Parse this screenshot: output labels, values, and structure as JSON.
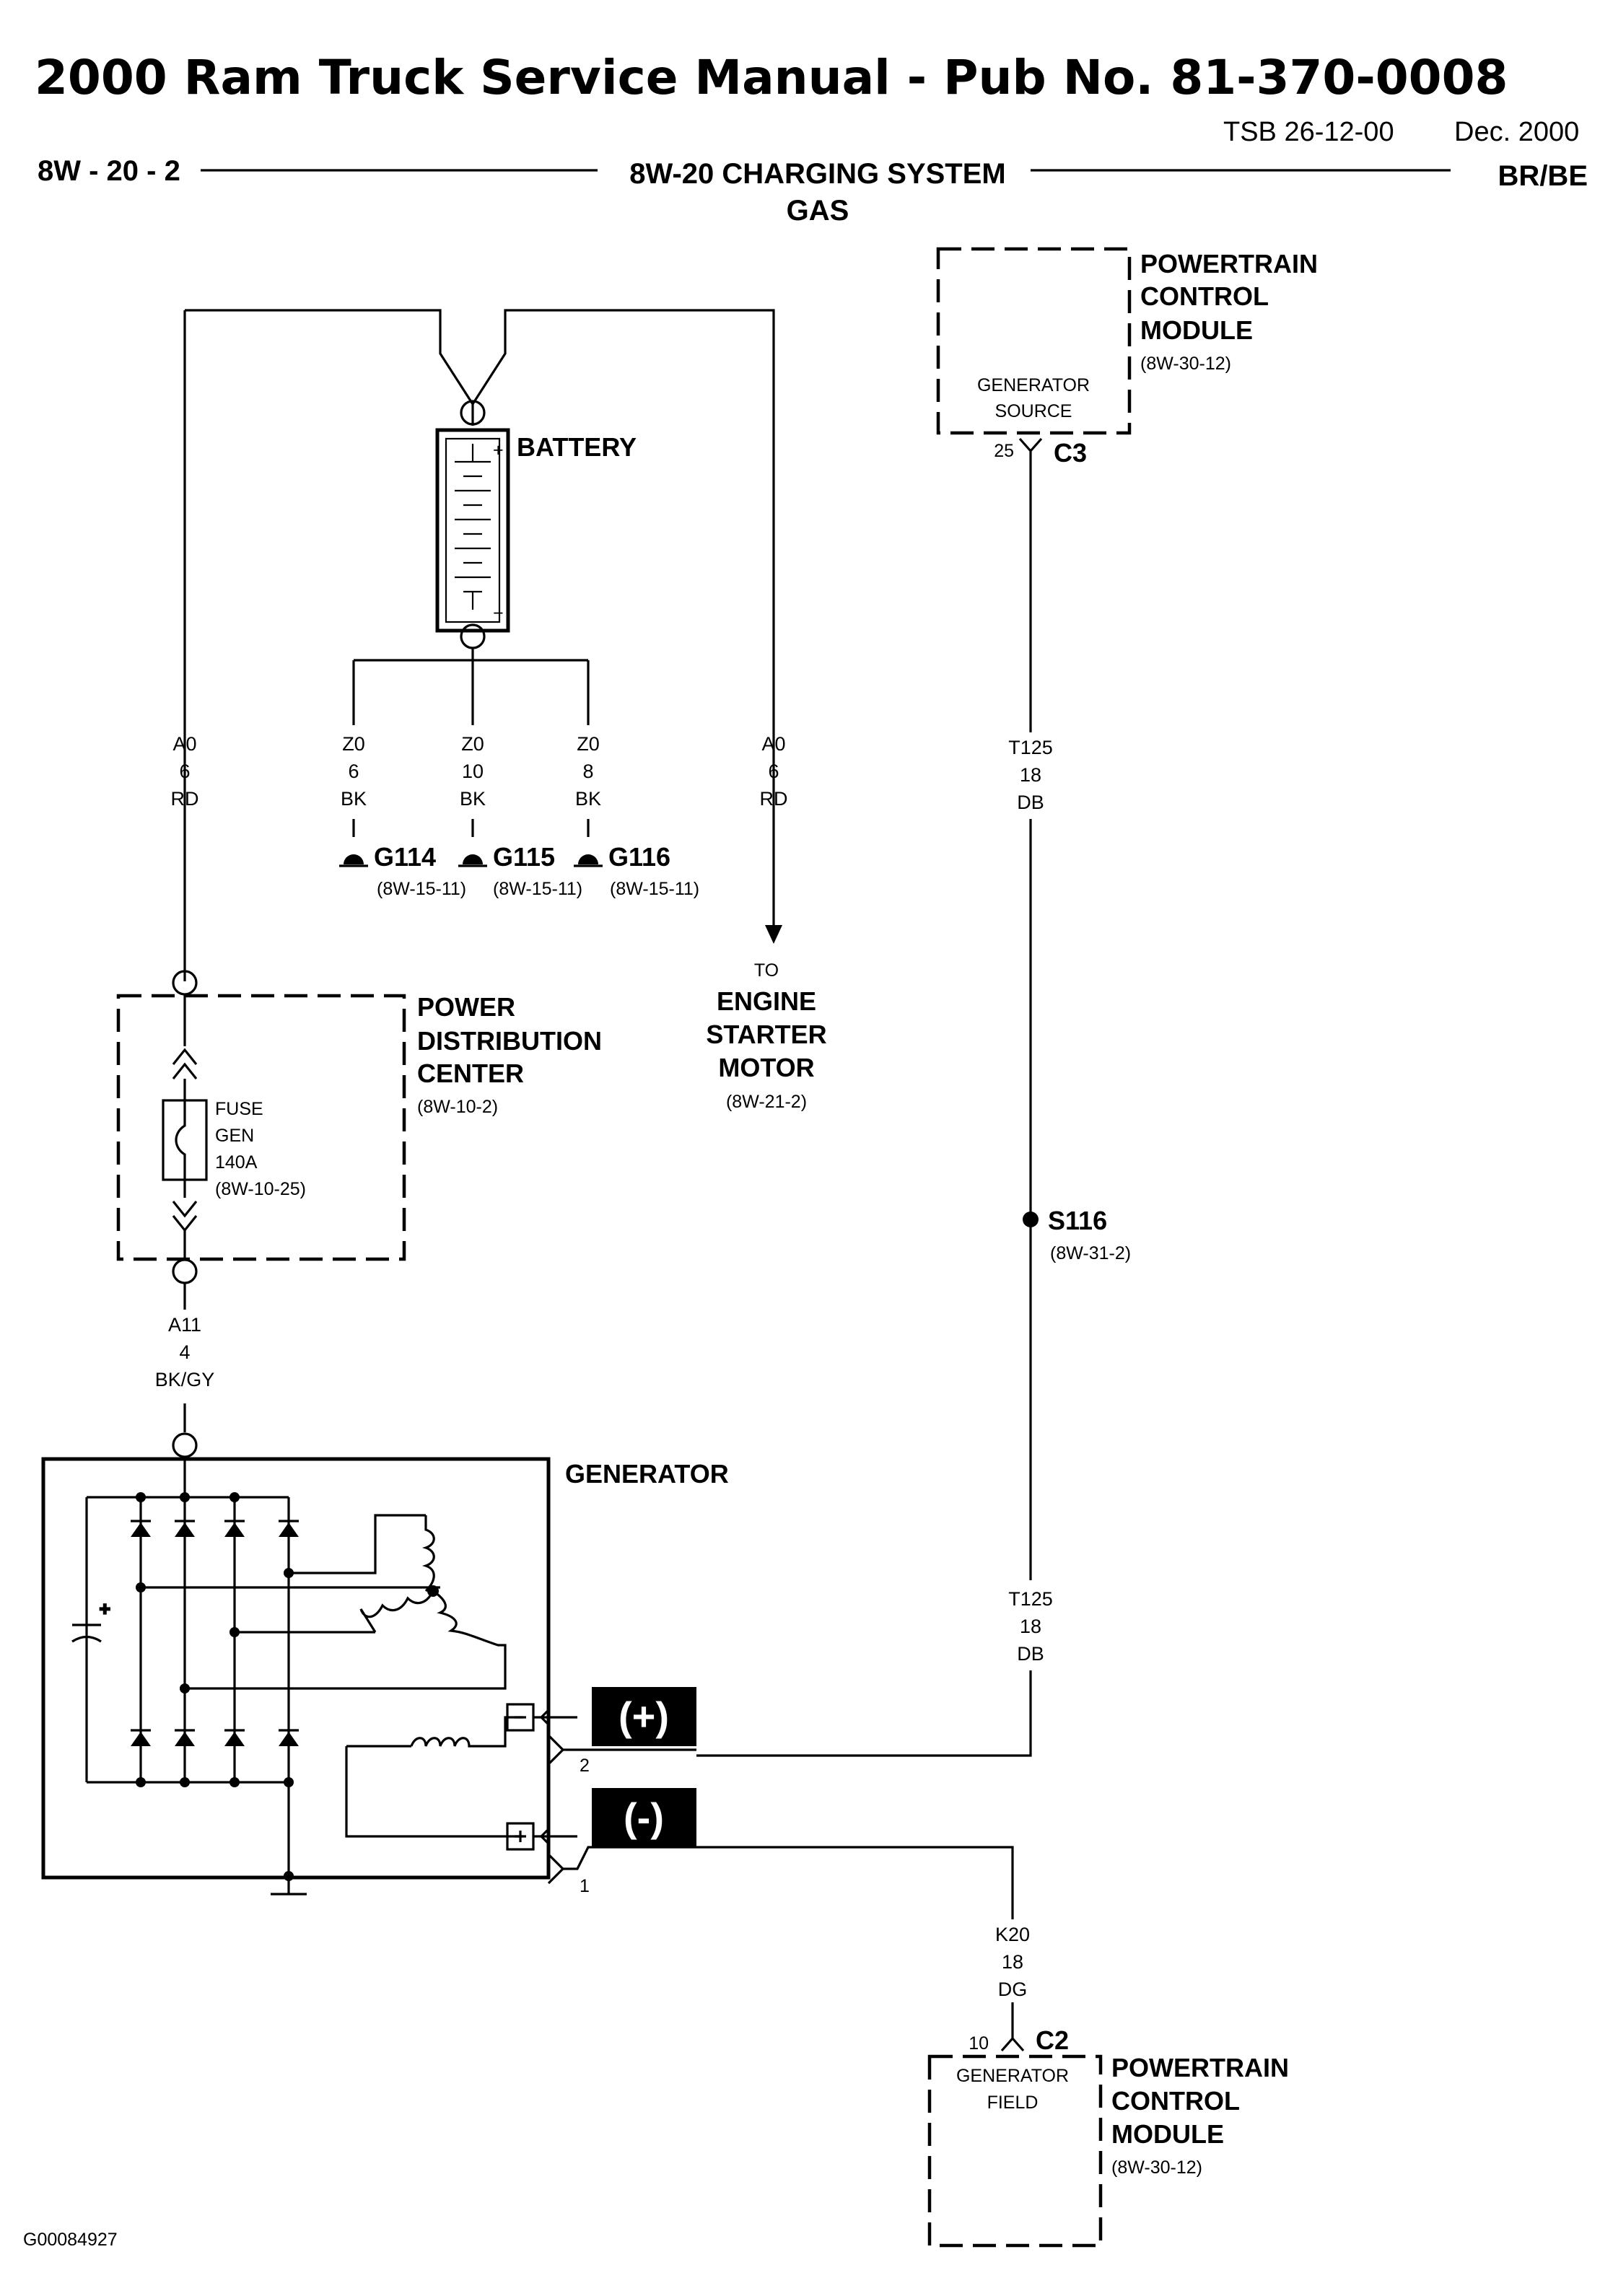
{
  "header": {
    "title": "2000 Ram Truck Service Manual - Pub No. 81-370-0008",
    "tsb": "TSB 26-12-00",
    "date": "Dec. 2000",
    "page_ref": "8W - 20 - 2",
    "section": "8W-20 CHARGING SYSTEM",
    "subsection": "GAS",
    "model": "BR/BE"
  },
  "pcm_top": {
    "name_line1": "POWERTRAIN",
    "name_line2": "CONTROL",
    "name_line3": "MODULE",
    "ref": "(8W-30-12)",
    "pin_name_line1": "GENERATOR",
    "pin_name_line2": "SOURCE",
    "pin": "25",
    "connector": "C3"
  },
  "pcm_bottom": {
    "name_line1": "POWERTRAIN",
    "name_line2": "CONTROL",
    "name_line3": "MODULE",
    "ref": "(8W-30-12)",
    "pin_name_line1": "GENERATOR",
    "pin_name_line2": "FIELD",
    "pin": "10",
    "connector": "C2"
  },
  "battery": {
    "label": "BATTERY",
    "plus": "+",
    "minus": "−"
  },
  "wires": {
    "a0_left": {
      "circuit": "A0",
      "gauge": "6",
      "color": "RD"
    },
    "z0_g114": {
      "circuit": "Z0",
      "gauge": "6",
      "color": "BK"
    },
    "z0_g115": {
      "circuit": "Z0",
      "gauge": "10",
      "color": "BK"
    },
    "z0_g116": {
      "circuit": "Z0",
      "gauge": "8",
      "color": "BK"
    },
    "a0_right": {
      "circuit": "A0",
      "gauge": "6",
      "color": "RD"
    },
    "t125_top": {
      "circuit": "T125",
      "gauge": "18",
      "color": "DB"
    },
    "t125_bottom": {
      "circuit": "T125",
      "gauge": "18",
      "color": "DB"
    },
    "a11": {
      "circuit": "A11",
      "gauge": "4",
      "color": "BK/GY"
    },
    "k20": {
      "circuit": "K20",
      "gauge": "18",
      "color": "DG"
    }
  },
  "grounds": [
    {
      "id": "G114",
      "ref": "(8W-15-11)"
    },
    {
      "id": "G115",
      "ref": "(8W-15-11)"
    },
    {
      "id": "G116",
      "ref": "(8W-15-11)"
    }
  ],
  "starter": {
    "to": "TO",
    "line1": "ENGINE",
    "line2": "STARTER",
    "line3": "MOTOR",
    "ref": "(8W-21-2)"
  },
  "pdc": {
    "line1": "POWER",
    "line2": "DISTRIBUTION",
    "line3": "CENTER",
    "ref": "(8W-10-2)",
    "fuse_line1": "FUSE",
    "fuse_line2": "GEN",
    "fuse_line3": "140A",
    "fuse_ref": "(8W-10-25)"
  },
  "splice": {
    "id": "S116",
    "ref": "(8W-31-2)"
  },
  "generator": {
    "label": "GENERATOR",
    "pos_badge": "(+)",
    "neg_badge": "(-)",
    "pin_pos": "2",
    "pin_neg": "1"
  },
  "figure_id": "G00084927"
}
